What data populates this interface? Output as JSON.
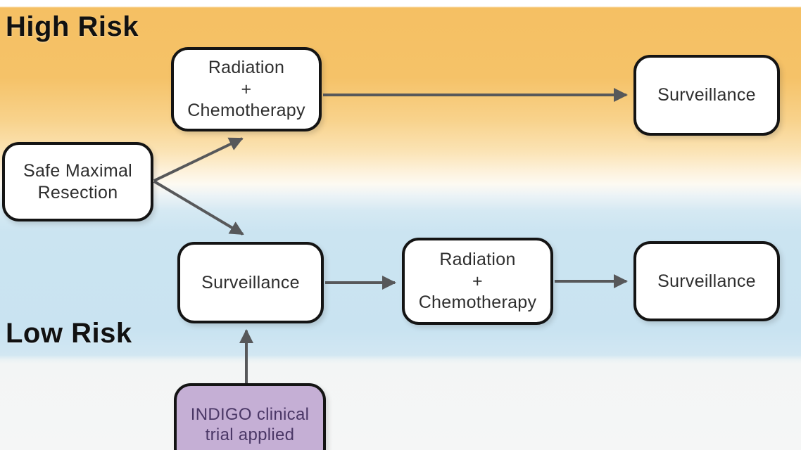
{
  "headings": {
    "high_risk": "High Risk",
    "low_risk": "Low Risk"
  },
  "nodes": {
    "radiation_chemo_high": {
      "lines": [
        "Radiation",
        "+",
        "Chemotherapy"
      ]
    },
    "surveillance_high": {
      "label": "Surveillance"
    },
    "safe_maximal_resection": {
      "lines": [
        "Safe Maximal",
        "Resection"
      ]
    },
    "surveillance_low": {
      "label": "Surveillance"
    },
    "radiation_chemo_low": {
      "lines": [
        "Radiation",
        "+",
        "Chemotherapy"
      ]
    },
    "surveillance_low_final": {
      "label": "Surveillance"
    },
    "indigo_trial": {
      "lines": [
        "INDIGO clinical",
        "trial applied"
      ]
    }
  },
  "edges": [
    {
      "from": "safe_maximal_resection",
      "to": "radiation_chemo_high"
    },
    {
      "from": "safe_maximal_resection",
      "to": "surveillance_low"
    },
    {
      "from": "radiation_chemo_high",
      "to": "surveillance_high"
    },
    {
      "from": "surveillance_low",
      "to": "radiation_chemo_low"
    },
    {
      "from": "radiation_chemo_low",
      "to": "surveillance_low_final"
    },
    {
      "from": "indigo_trial",
      "to": "surveillance_low"
    }
  ],
  "colors": {
    "high_risk_band": "#f5c268",
    "low_risk_band": "#cbe4f1",
    "bottom_band": "#f5f6f6",
    "node_fill": "#ffffff",
    "node_border": "#141414",
    "indigo_fill": "#c5afd5",
    "indigo_text": "#4a3766",
    "arrow": "#57585a",
    "heading_text": "#111111"
  }
}
